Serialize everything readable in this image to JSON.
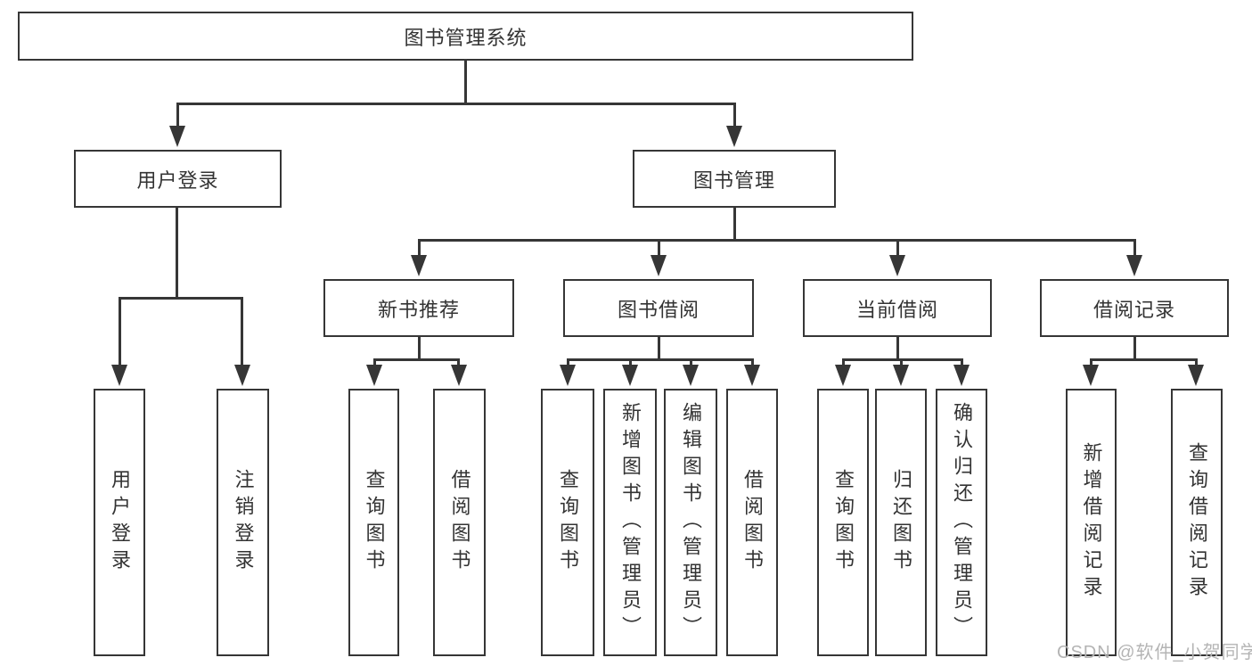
{
  "tree": {
    "label": "图书管理系统",
    "children": [
      {
        "label": "用户登录",
        "children": [
          {
            "label": "用户登录"
          },
          {
            "label": "注销登录"
          }
        ]
      },
      {
        "label": "图书管理",
        "children": [
          {
            "label": "新书推荐",
            "children": [
              {
                "label": "查询图书"
              },
              {
                "label": "借阅图书"
              }
            ]
          },
          {
            "label": "图书借阅",
            "children": [
              {
                "label": "查询图书"
              },
              {
                "label": "新增图书（管理员）"
              },
              {
                "label": "编辑图书（管理员）"
              },
              {
                "label": "借阅图书"
              }
            ]
          },
          {
            "label": "当前借阅",
            "children": [
              {
                "label": "查询图书"
              },
              {
                "label": "归还图书"
              },
              {
                "label": "确认归还（管理员）"
              }
            ]
          },
          {
            "label": "借阅记录",
            "children": [
              {
                "label": "新增借阅记录"
              },
              {
                "label": "查询借阅记录"
              }
            ]
          }
        ]
      }
    ]
  },
  "watermark": {
    "text": "CSDN @软件_小贺同学"
  },
  "colors": {
    "line": "#363636",
    "box_border": "#363636",
    "text": "#333333",
    "watermark": "#b4b4b4",
    "background": "#ffffff"
  }
}
